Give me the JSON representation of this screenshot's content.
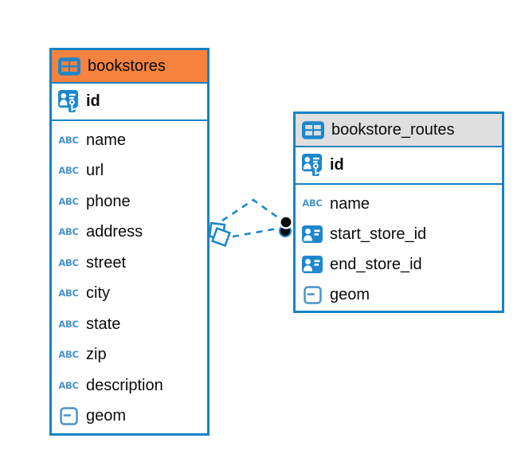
{
  "diagram": {
    "canvas_background": "#ffffff",
    "colors": {
      "table_border_blue": "#1583C5",
      "bookstores_header_orange": "#F5823E",
      "routes_header_gray": "#DFDFE0",
      "icon_blue": "#1E87CB",
      "type_icon_light_blue": "#4793CB",
      "relationship_line_blue": "#1E87CB",
      "text_color": "#0b0b0b"
    },
    "type_icon_labels": {
      "text": "ABC"
    },
    "relationship": {
      "from_table": "bookstore_routes",
      "to_table": "bookstores",
      "line_style": "dashed",
      "left_marker": "stacked-diamonds",
      "right_marker": "stacked-dots",
      "line_count": 2
    },
    "tables": [
      {
        "name": "bookstores",
        "header_color": "#F5823E",
        "primary_key": {
          "label": "id"
        },
        "fields": [
          {
            "label": "name"
          },
          {
            "label": "url"
          },
          {
            "label": "phone"
          },
          {
            "label": "address"
          },
          {
            "label": "street"
          },
          {
            "label": "city"
          },
          {
            "label": "state"
          },
          {
            "label": "zip"
          },
          {
            "label": "description"
          },
          {
            "label": "geom"
          }
        ]
      },
      {
        "name": "bookstore_routes",
        "header_color": "#DFDFE0",
        "primary_key": {
          "label": "id"
        },
        "fields": [
          {
            "label": "name"
          },
          {
            "label": "start_store_id"
          },
          {
            "label": "end_store_id"
          },
          {
            "label": "geom"
          }
        ]
      }
    ]
  }
}
